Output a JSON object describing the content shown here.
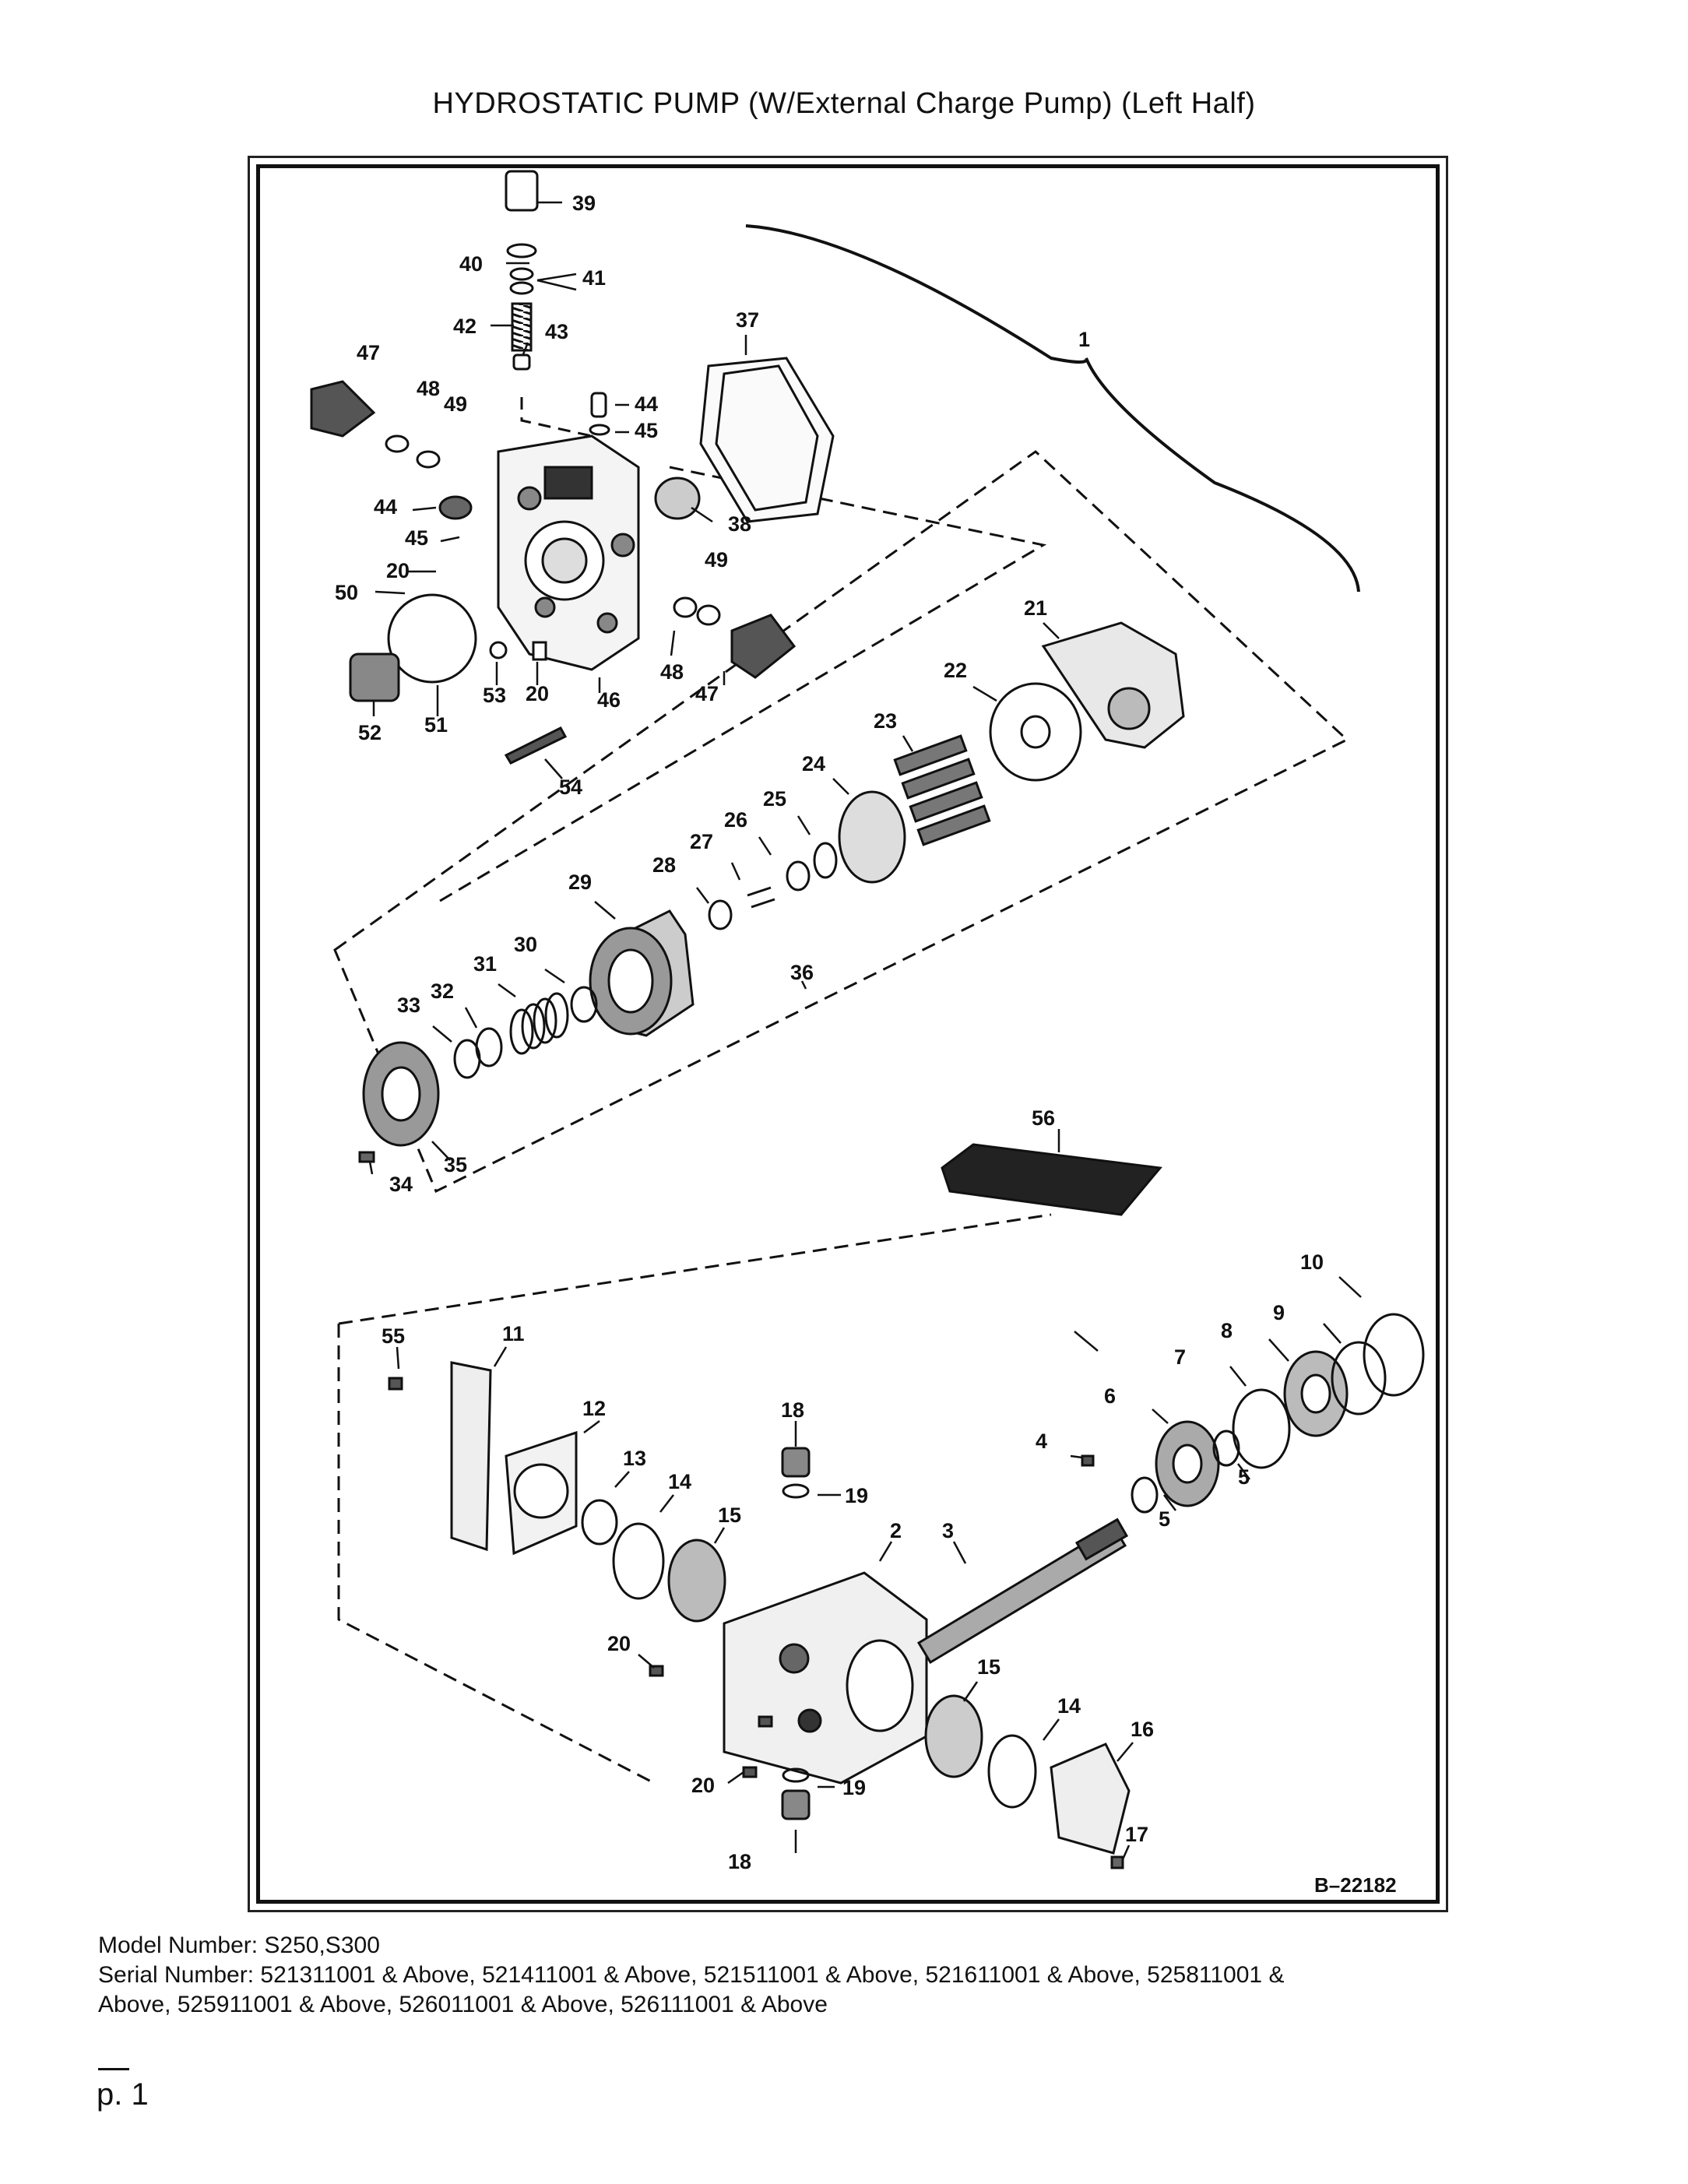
{
  "title": "HYDROSTATIC PUMP (W/External Charge Pump) (Left Half)",
  "drawing_id": "B–22182",
  "callouts": {
    "c1": "1",
    "c2": "2",
    "c3": "3",
    "c4": "4",
    "c5a": "5",
    "c5b": "5",
    "c6": "6",
    "c7": "7",
    "c8": "8",
    "c9": "9",
    "c10": "10",
    "c11": "11",
    "c12": "12",
    "c13": "13",
    "c14a": "14",
    "c14b": "14",
    "c15a": "15",
    "c15b": "15",
    "c16": "16",
    "c17": "17",
    "c18a": "18",
    "c18b": "18",
    "c19a": "19",
    "c19b": "19",
    "c20a": "20",
    "c20b": "20",
    "c20c": "20",
    "c20d": "20",
    "c21": "21",
    "c22": "22",
    "c23": "23",
    "c24": "24",
    "c25": "25",
    "c26": "26",
    "c27": "27",
    "c28": "28",
    "c29": "29",
    "c30": "30",
    "c31": "31",
    "c32": "32",
    "c33": "33",
    "c34": "34",
    "c35": "35",
    "c36": "36",
    "c37": "37",
    "c38": "38",
    "c39": "39",
    "c40": "40",
    "c41": "41",
    "c42": "42",
    "c43": "43",
    "c44a": "44",
    "c44b": "44",
    "c45a": "45",
    "c45b": "45",
    "c46": "46",
    "c47a": "47",
    "c47b": "47",
    "c48a": "48",
    "c48b": "48",
    "c49a": "49",
    "c49b": "49",
    "c50": "50",
    "c51": "51",
    "c52": "52",
    "c53": "53",
    "c54": "54",
    "c55": "55",
    "c56": "56"
  },
  "footer": {
    "model": "Model Number: S250,S300",
    "serial_line1": "Serial Number: 521311001 & Above, 521411001 & Above, 521511001 & Above, 521611001 & Above, 525811001 &",
    "serial_line2": "Above, 525911001 & Above, 526011001 & Above, 526111001 & Above",
    "page": "p. 1"
  }
}
